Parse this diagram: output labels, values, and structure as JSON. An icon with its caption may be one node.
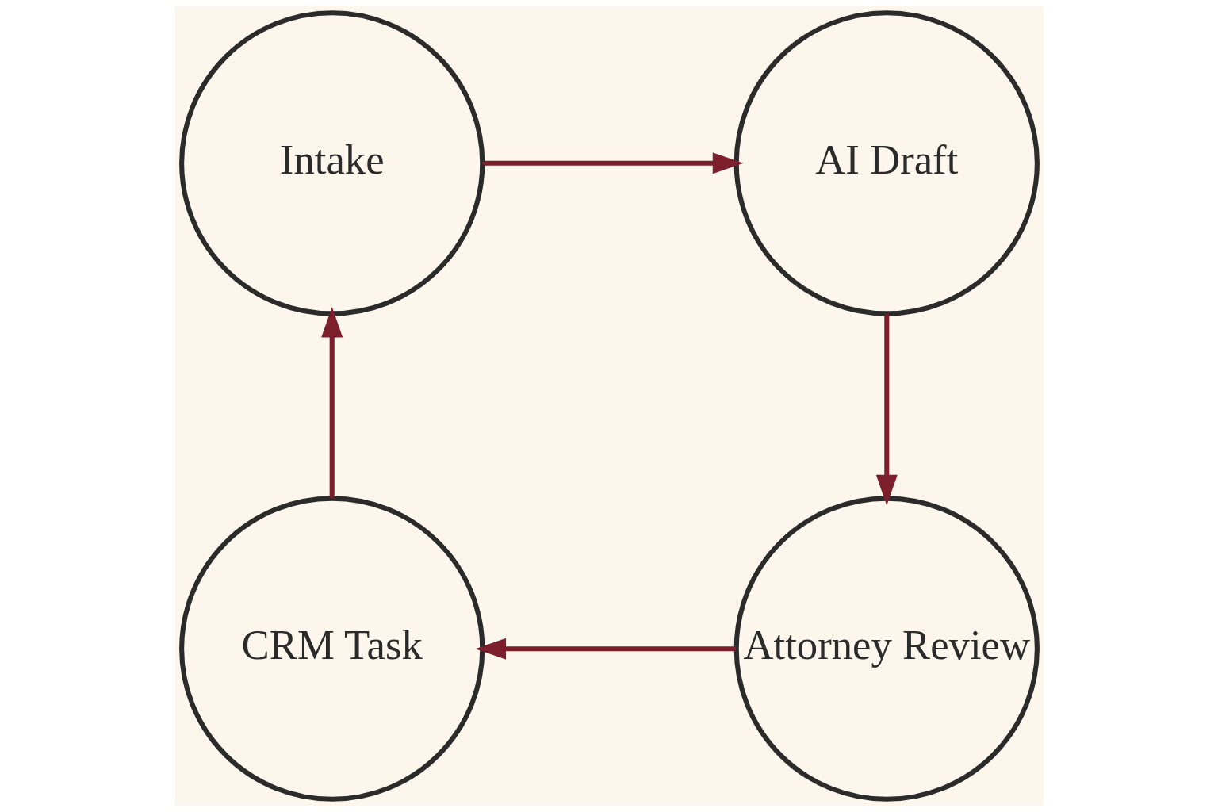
{
  "diagram": {
    "nodes": [
      {
        "text": [
          "Intake"
        ]
      },
      {
        "text": [
          "AI Draft"
        ]
      },
      {
        "text": [
          "Attorney Review"
        ]
      },
      {
        "text": [
          "CRM Task"
        ]
      }
    ],
    "edges": [
      {
        "from": 0,
        "to": 1,
        "arrow": "to"
      },
      {
        "from": 1,
        "to": 2,
        "arrow": "to"
      },
      {
        "from": 2,
        "to": 3,
        "arrow": "to"
      },
      {
        "from": 3,
        "to": 0,
        "arrow": "to"
      }
    ]
  }
}
